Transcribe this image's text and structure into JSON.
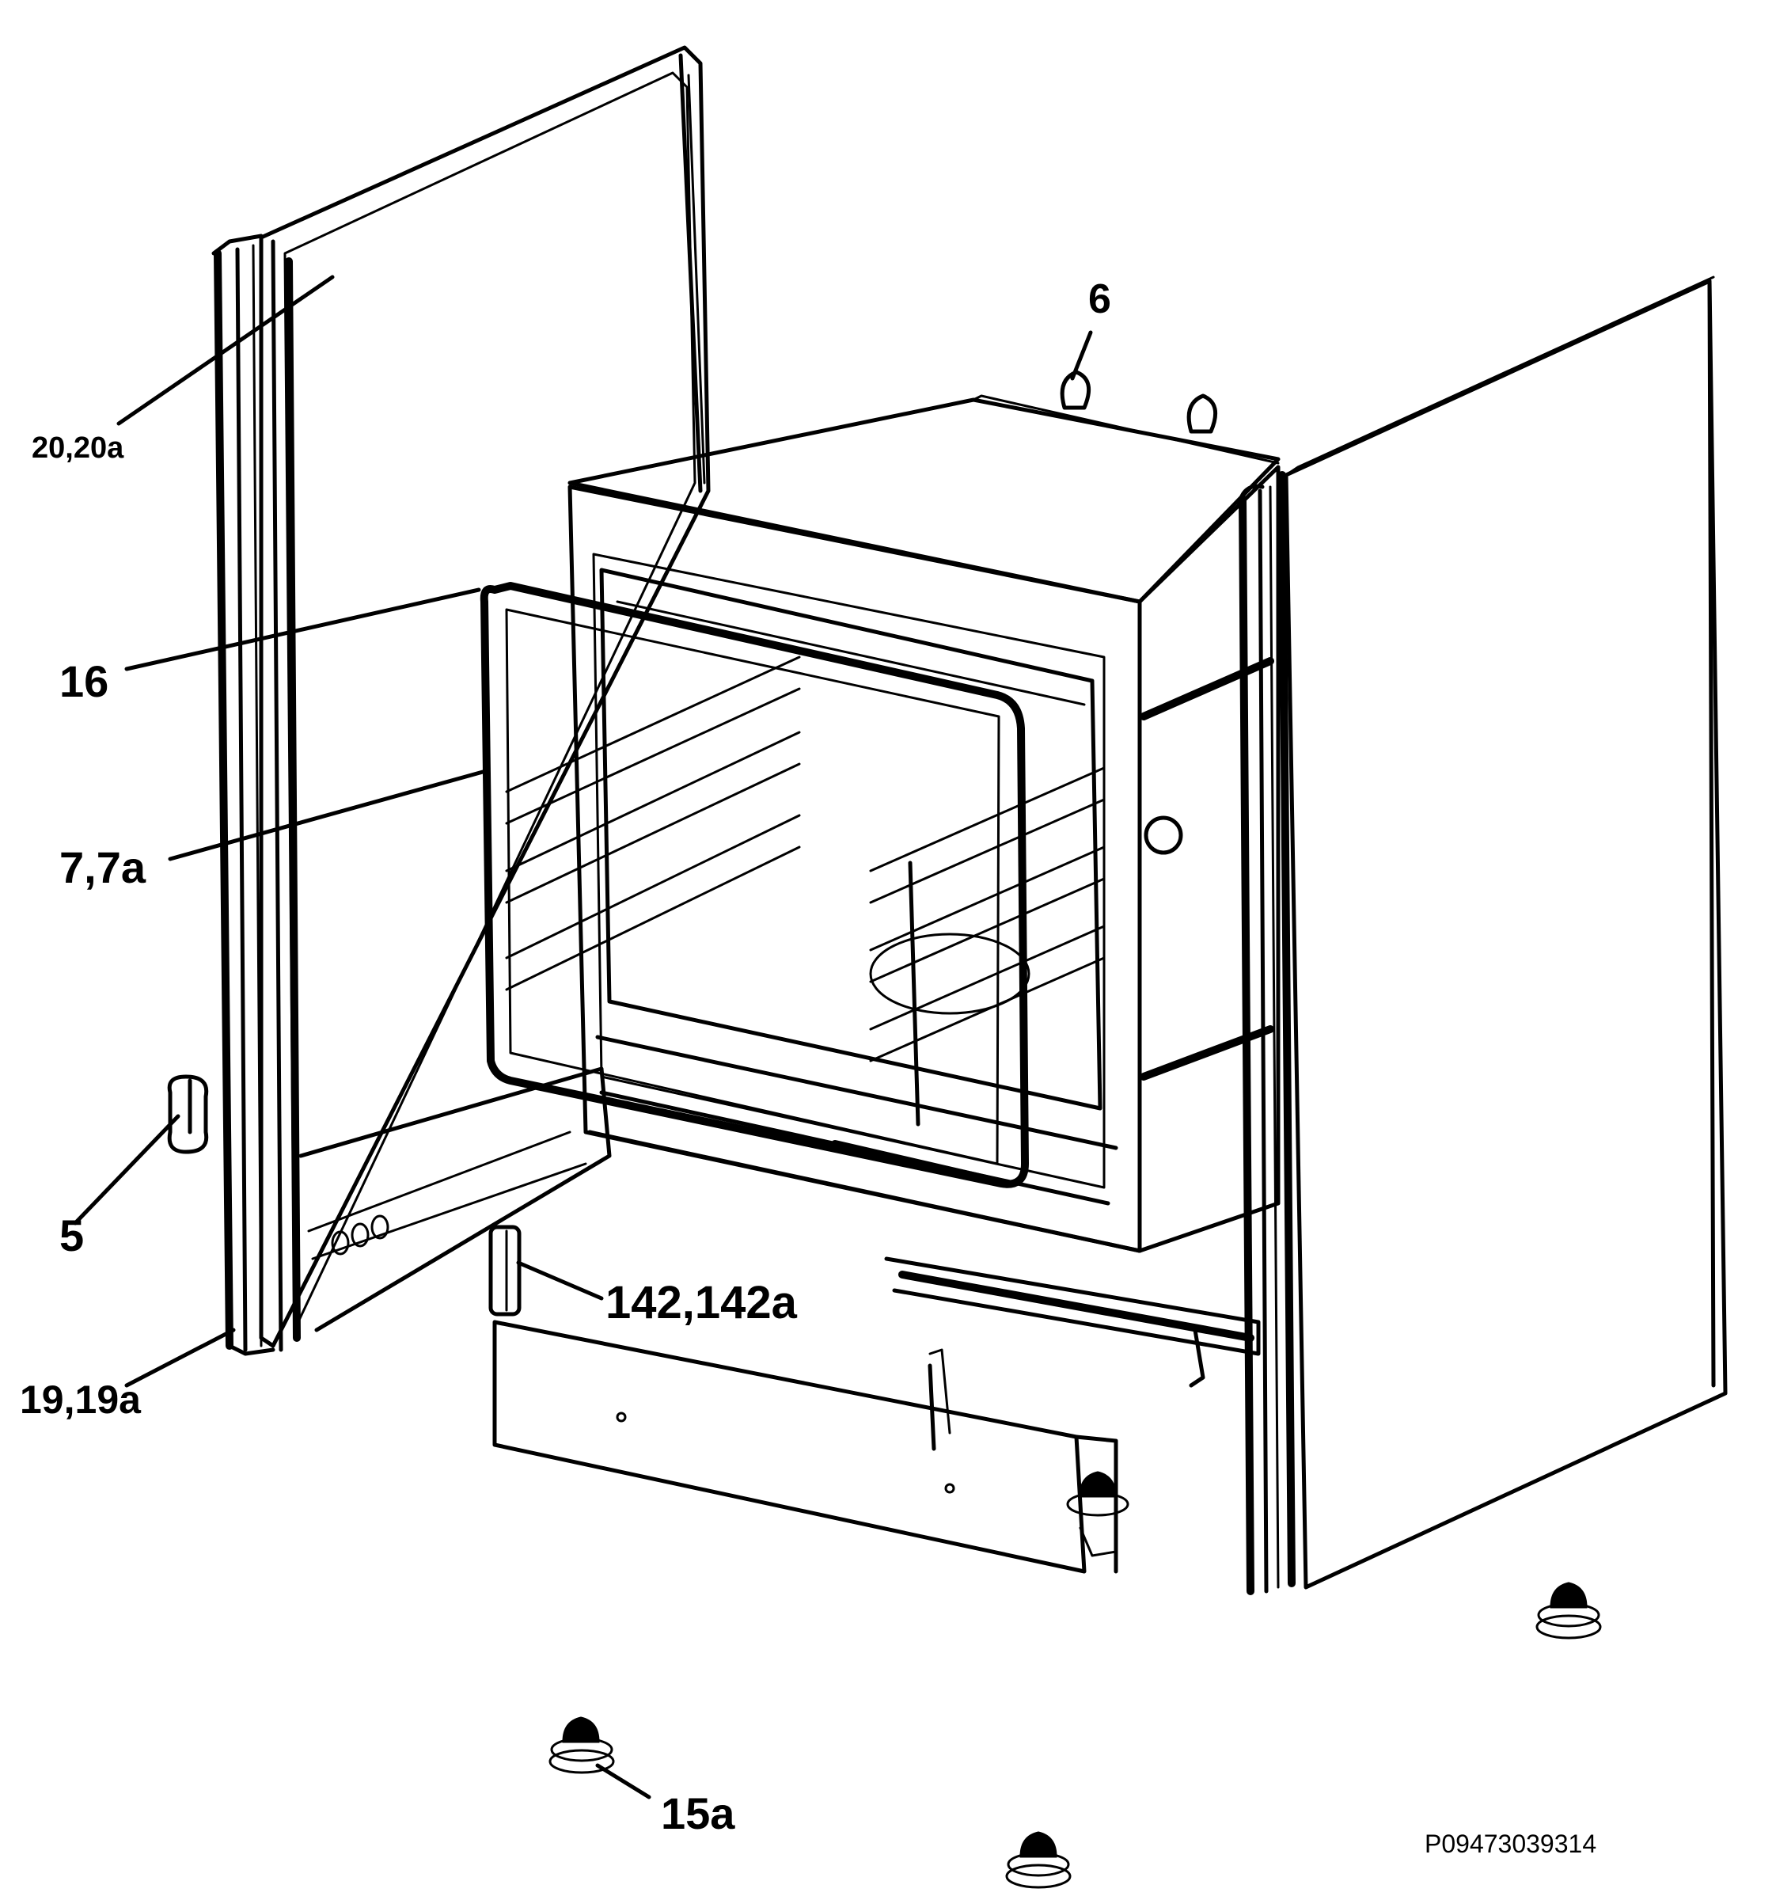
{
  "callouts": {
    "c_20": "20,20a",
    "c_6": "6",
    "c_16": "16",
    "c_7": "7,7a",
    "c_5": "5",
    "c_142": "142,142a",
    "c_19": "19,19a",
    "c_15": "15a"
  },
  "drawing_code": "P09473039314"
}
